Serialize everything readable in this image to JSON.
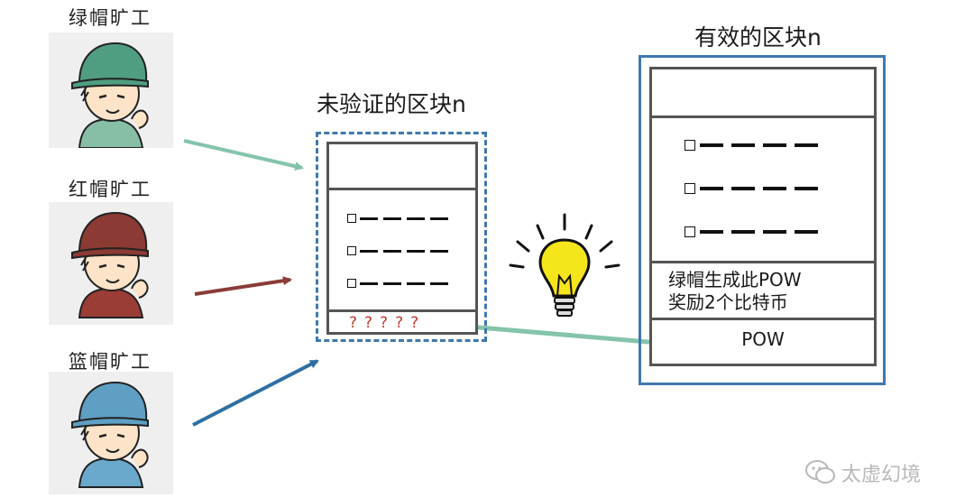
{
  "miners": [
    {
      "label": "绿帽旷工",
      "hat_color": "#4f9e82",
      "shirt_color": "#86bfa6",
      "arrow_color": "#84c4ab"
    },
    {
      "label": "红帽旷工",
      "hat_color": "#8b3a34",
      "shirt_color": "#9a3d36",
      "arrow_color": "#8b3c38"
    },
    {
      "label": "篮帽旷工",
      "hat_color": "#5e9fc3",
      "shirt_color": "#6aa8cc",
      "arrow_color": "#2e6fa3"
    }
  ],
  "unverified_block": {
    "title": "未验证的区块n",
    "nonce": "?????",
    "border_color": "#3f79ad"
  },
  "valid_block": {
    "title": "有效的区块n",
    "reward_line1": "绿帽生成此POW",
    "reward_line2": "奖励2个比特币",
    "pow": "POW",
    "border_color": "#3f79ad"
  },
  "lightbulb_icon": "lightbulb-icon",
  "watermark": {
    "icon": "wechat-icon",
    "text": "太虚幻境"
  }
}
